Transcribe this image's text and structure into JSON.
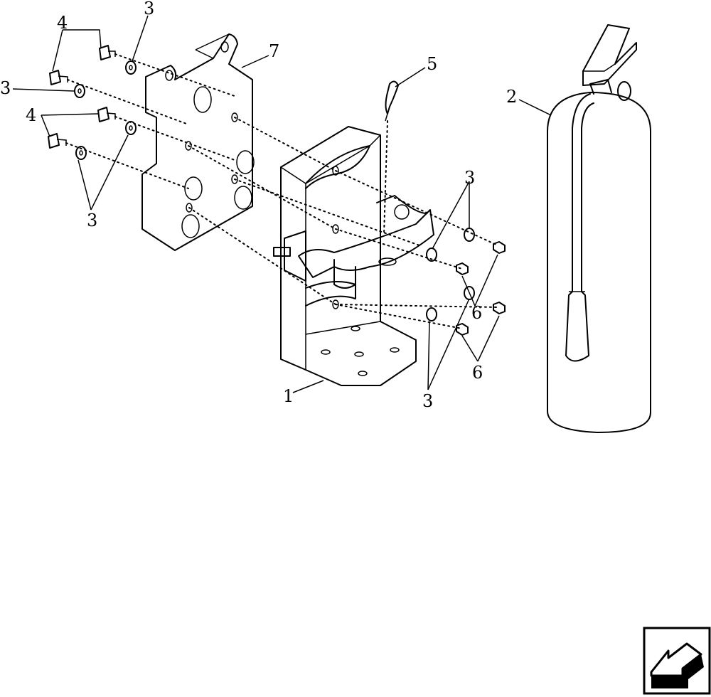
{
  "callouts": {
    "c1": "1",
    "c2": "2",
    "c3a": "3",
    "c3b": "3",
    "c3c": "3",
    "c3d": "3",
    "c3e": "3",
    "c4a": "4",
    "c4b": "4",
    "c5": "5",
    "c6a": "6",
    "c6b": "6",
    "c7": "7"
  },
  "nav": {
    "icon": "back-arrow-icon"
  },
  "colors": {
    "line": "#000000",
    "background": "#ffffff"
  }
}
